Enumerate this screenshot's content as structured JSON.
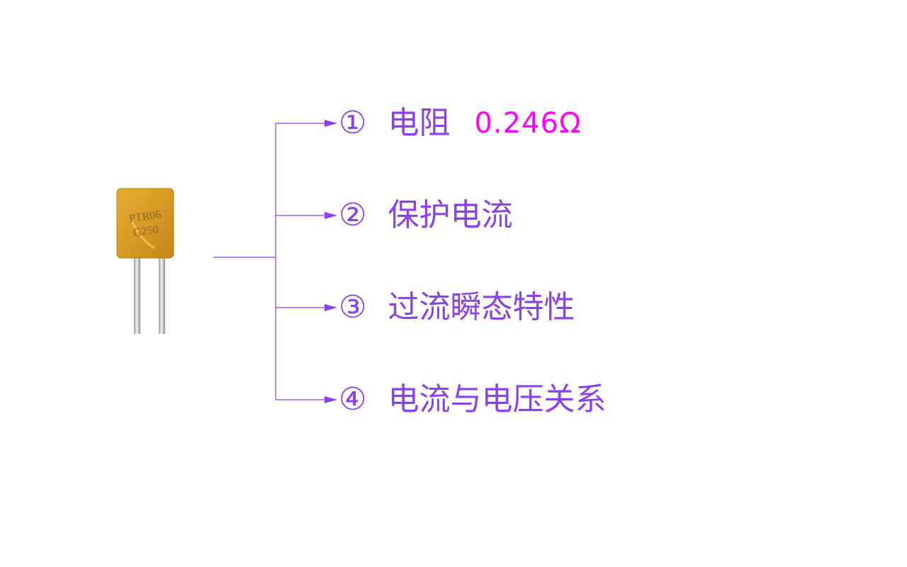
{
  "diagram": {
    "line_color": "#8a3ff0",
    "value_color": "#ff00ff",
    "component": {
      "marking_line_1": "PTR06",
      "marking_line_2": "G250",
      "body_color": "#d49a24"
    },
    "items": [
      {
        "number": "①",
        "label": "电阻",
        "value": "0.246Ω"
      },
      {
        "number": "②",
        "label": "保护电流"
      },
      {
        "number": "③",
        "label": "过流瞬态特性"
      },
      {
        "number": "④",
        "label": "电流与电压关系"
      }
    ]
  }
}
